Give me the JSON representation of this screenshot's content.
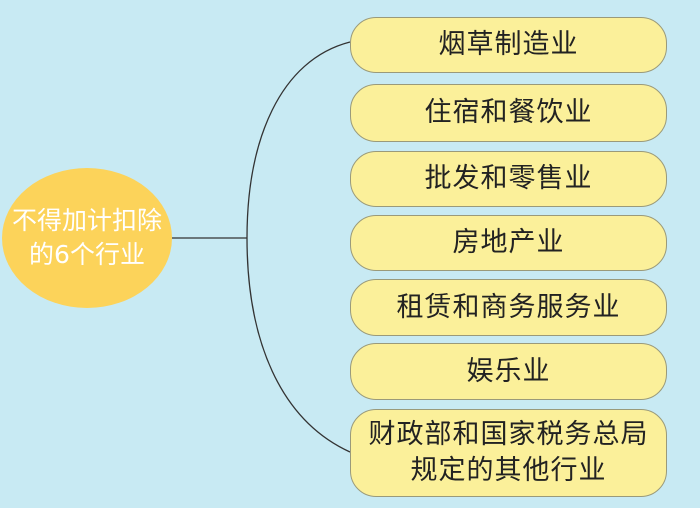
{
  "root": {
    "label": "不得加计扣除的6个行业"
  },
  "branches": [
    {
      "label": "烟草制造业"
    },
    {
      "label": "住宿和餐饮业"
    },
    {
      "label": "批发和零售业"
    },
    {
      "label": "房地产业"
    },
    {
      "label": "租赁和商务服务业"
    },
    {
      "label": "娱乐业"
    },
    {
      "label": "财政部和国家税务总局规定的其他行业"
    }
  ],
  "colors": {
    "background": "#c8eaf3",
    "root_fill": "#fcd35a",
    "root_text": "#ffffff",
    "leaf_fill": "#fbf09a",
    "leaf_border": "#9a9a7a",
    "connector": "#333333"
  }
}
